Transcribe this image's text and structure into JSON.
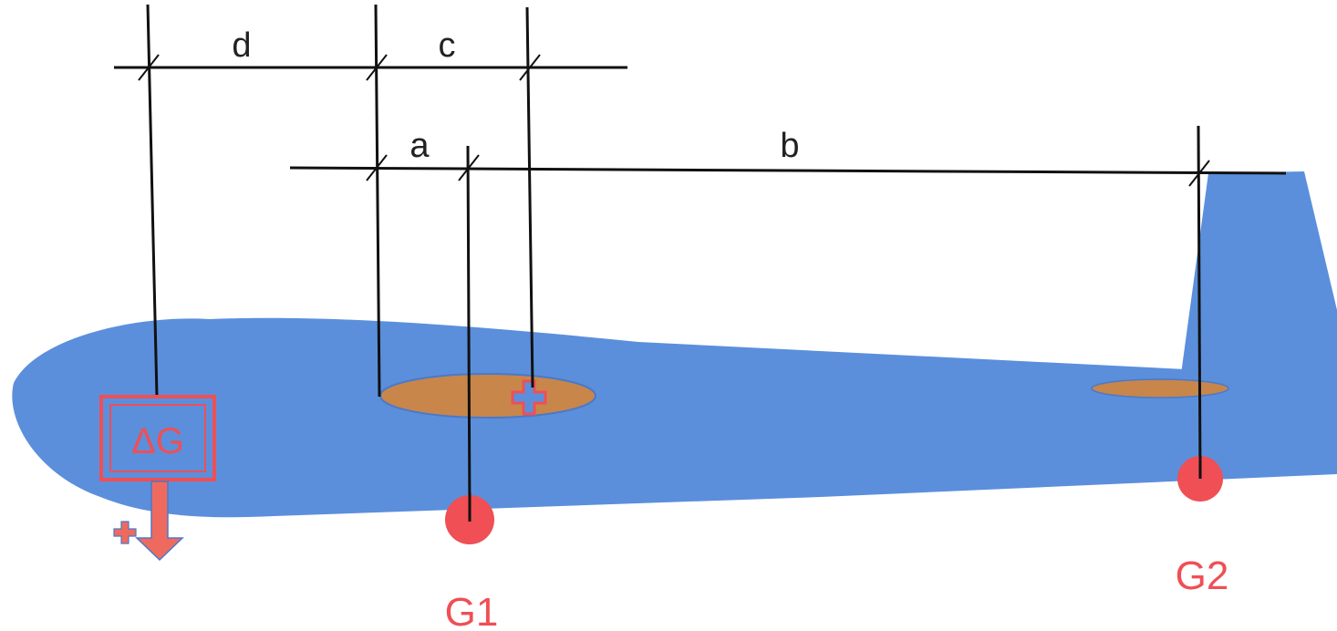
{
  "labels": {
    "d": "d",
    "c": "c",
    "a": "a",
    "b": "b",
    "delta_g": "ΔG",
    "g1": "G1",
    "g2": "G2"
  },
  "colors": {
    "fuselage": "#5b8fdc",
    "wing_section": "#c8864a",
    "weight_marker": "#ef4f55",
    "annotation": "#ef4f55",
    "dimension_lines": "#111111",
    "background": "#ffffff"
  },
  "icons": {
    "center_of_gravity": "cg-plus-icon",
    "load_direction": "down-arrow-icon"
  }
}
